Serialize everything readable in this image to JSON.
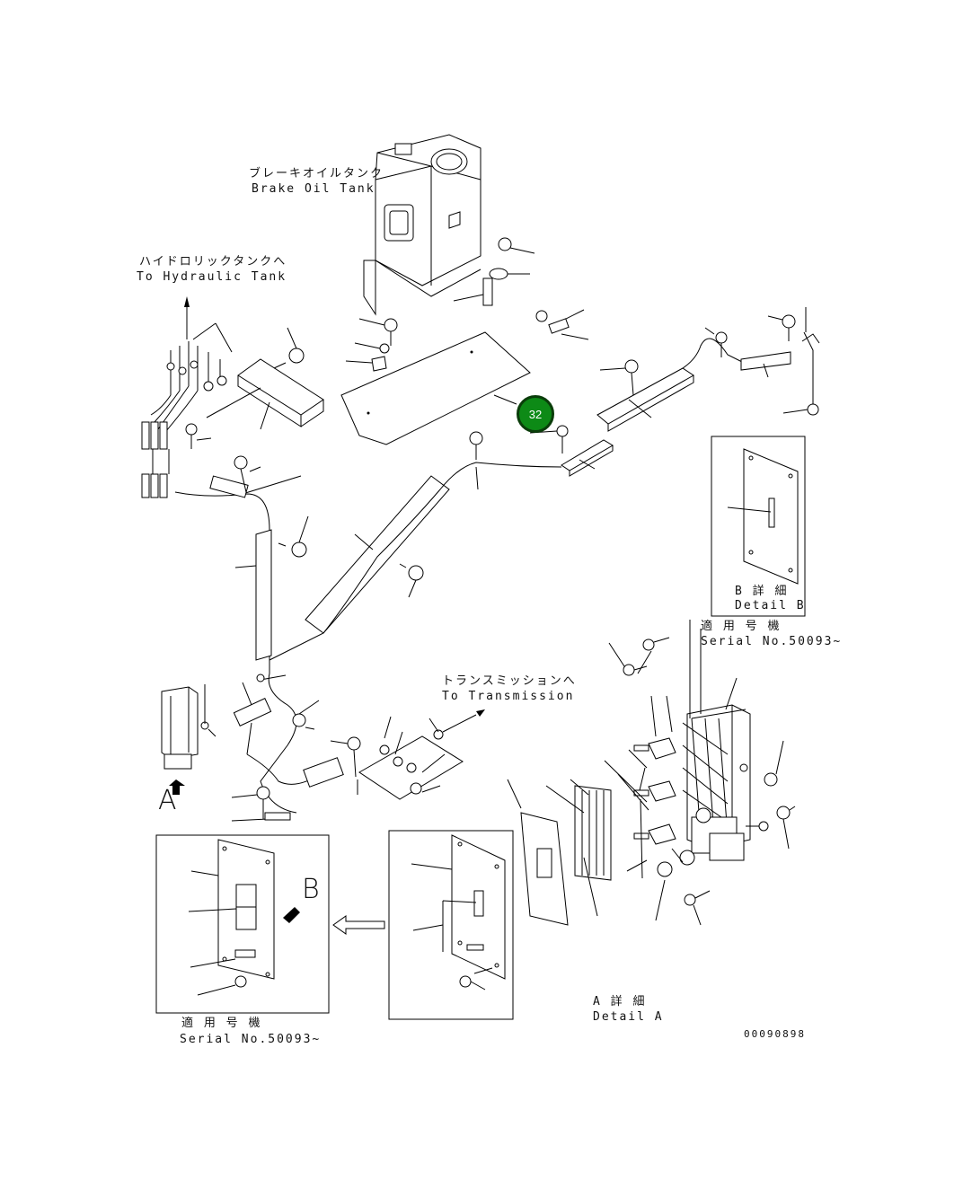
{
  "labels": {
    "brake_tank_jp": "ブレーキオイルタンク",
    "brake_tank_en": "Brake Oil Tank",
    "hydraulic_jp": "ハイドロリックタンクへ",
    "hydraulic_en": "To Hydraulic Tank",
    "transmission_jp": "トランスミッションへ",
    "transmission_en": "To Transmission",
    "detail_b_jp": "B 詳 細",
    "detail_b_en": "Detail B",
    "serial_top_jp": "適 用 号 機",
    "serial_top_en": "Serial No.50093~",
    "view_a": "A",
    "view_b": "B",
    "detail_a_jp": "A 詳 細",
    "detail_a_en": "Detail A",
    "serial_bottom_jp": "適 用 号 機",
    "serial_bottom_en": "Serial No.50093~",
    "drawing_no": "00090898"
  },
  "callout": {
    "number": "32",
    "color": "#0d8a16"
  }
}
